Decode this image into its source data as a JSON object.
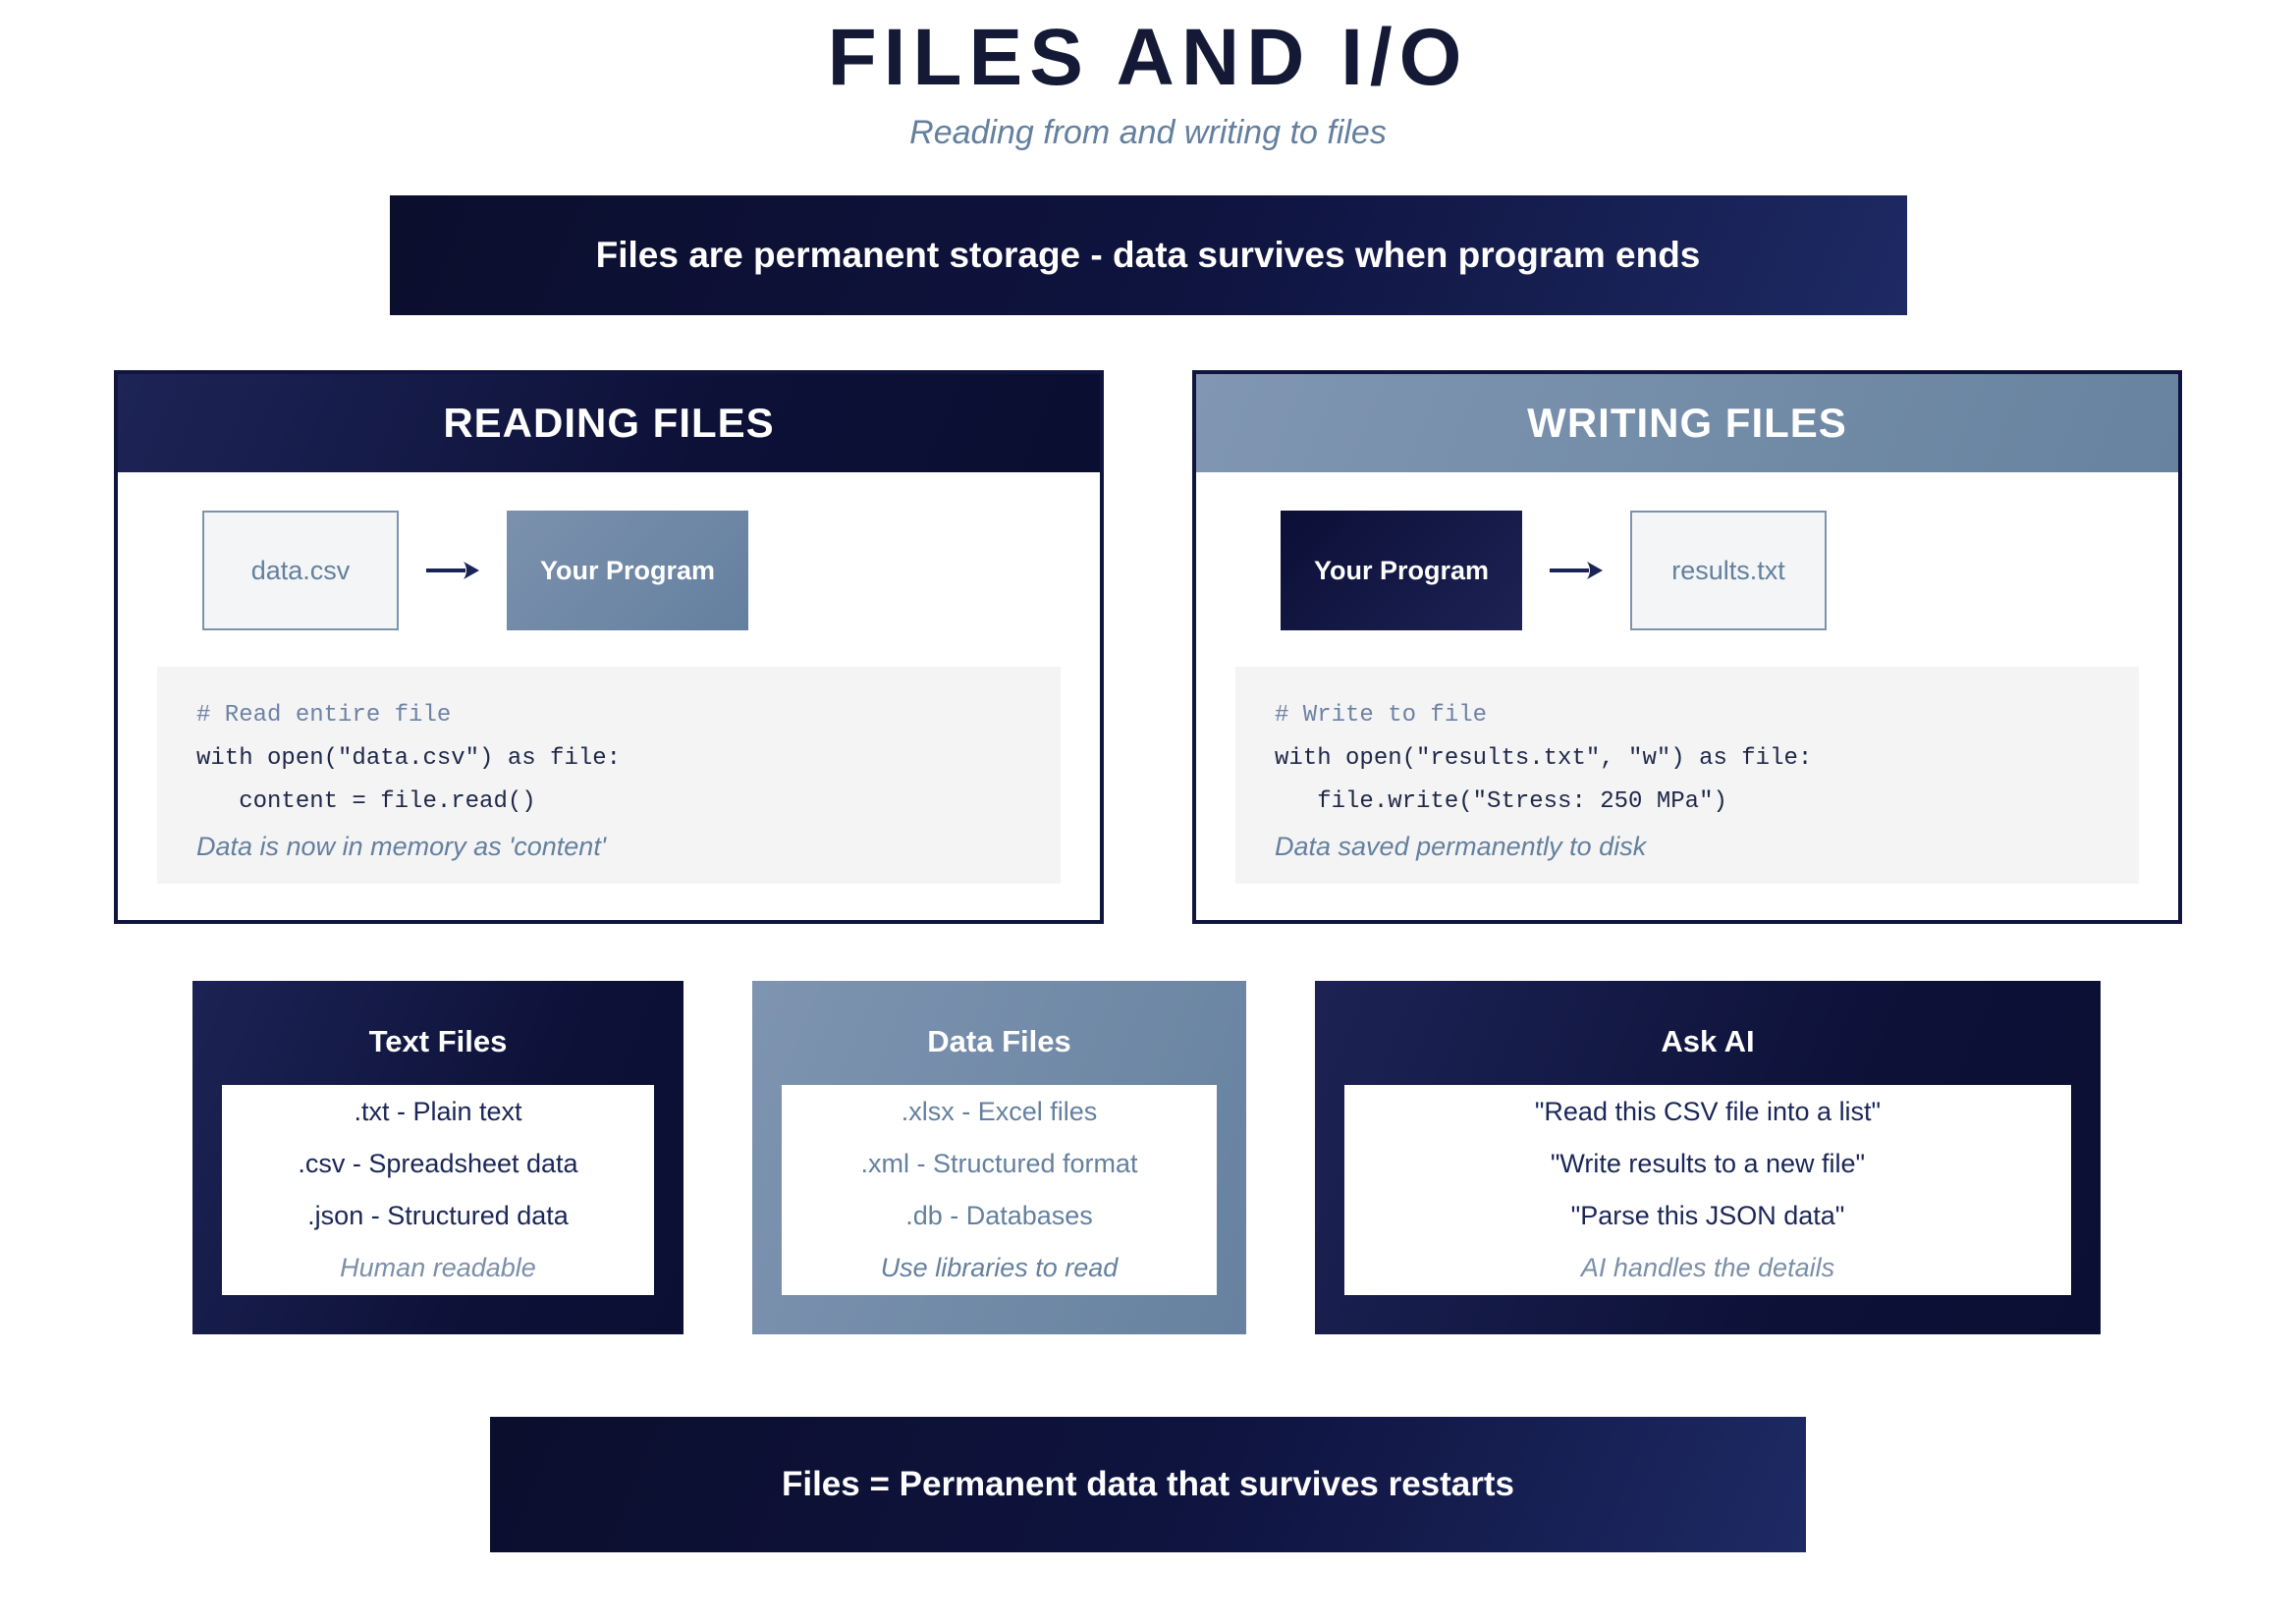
{
  "colors": {
    "title_color": "#141935",
    "navy_dark": "#0b0e2c",
    "navy_bright": "#1e2a64",
    "navy_border": "#10153f",
    "blue_gray": "#6d87a8",
    "blue_gray_text": "#64809f",
    "navy_text": "#1a2658",
    "code_bg": "#f4f4f5",
    "white": "#ffffff"
  },
  "header": {
    "title": "FILES AND I/O",
    "subtitle": "Reading from and writing to files"
  },
  "banners": {
    "top": "Files are permanent storage - data survives when program ends",
    "bottom": "Files = Permanent data that survives restarts"
  },
  "panels": {
    "reading": {
      "title": "READING FILES",
      "flow": {
        "source": "data.csv",
        "program": "Your Program",
        "arrow_icon": "arrow-right-icon"
      },
      "code": {
        "comment": "# Read entire file",
        "line1": "with open(\"data.csv\") as file:",
        "line2": "   content = file.read()",
        "note": "Data is now in memory as 'content'"
      }
    },
    "writing": {
      "title": "WRITING FILES",
      "flow": {
        "program": "Your Program",
        "target": "results.txt",
        "arrow_icon": "arrow-right-icon"
      },
      "code": {
        "comment": "# Write to file",
        "line1": "with open(\"results.txt\", \"w\") as file:",
        "line2": "   file.write(\"Stress: 250 MPa\")",
        "note": "Data saved permanently to disk"
      }
    }
  },
  "cards": {
    "text_files": {
      "title": "Text Files",
      "items": [
        ".txt - Plain text",
        ".csv - Spreadsheet data",
        ".json - Structured data"
      ],
      "note": "Human readable"
    },
    "data_files": {
      "title": "Data Files",
      "items": [
        ".xlsx - Excel files",
        ".xml - Structured format",
        ".db - Databases"
      ],
      "note": "Use libraries to read"
    },
    "ask_ai": {
      "title": "Ask AI",
      "items": [
        "\"Read this CSV file into a list\"",
        "\"Write results to a new file\"",
        "\"Parse this JSON data\""
      ],
      "note": "AI handles the details"
    }
  }
}
